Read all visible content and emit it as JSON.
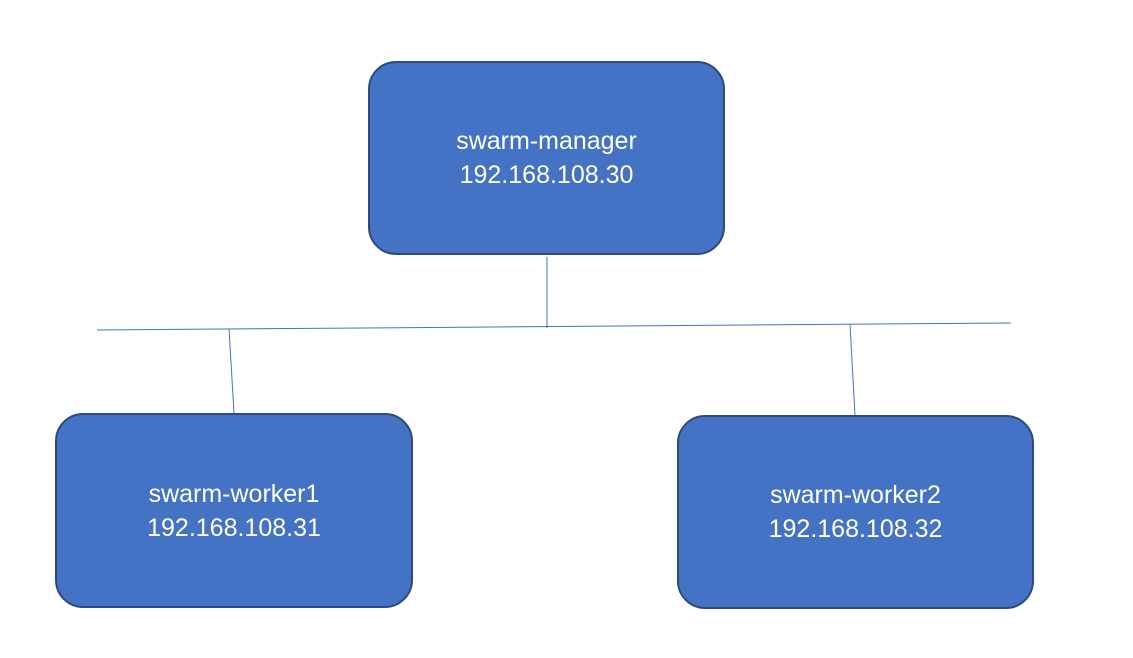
{
  "diagram": {
    "type": "network-topology",
    "line_color": "#4472c4",
    "node_fill": "#4472c4",
    "node_border": "#2f4a78",
    "text_color": "#ffffff",
    "nodes": [
      {
        "id": "manager",
        "name": "swarm-manager",
        "ip": "192.168.108.30"
      },
      {
        "id": "worker1",
        "name": "swarm-worker1",
        "ip": "192.168.108.31"
      },
      {
        "id": "worker2",
        "name": "swarm-worker2",
        "ip": "192.168.108.32"
      }
    ],
    "edges": [
      {
        "from": "manager",
        "to": "bus"
      },
      {
        "from": "worker1",
        "to": "bus"
      },
      {
        "from": "worker2",
        "to": "bus"
      }
    ]
  }
}
